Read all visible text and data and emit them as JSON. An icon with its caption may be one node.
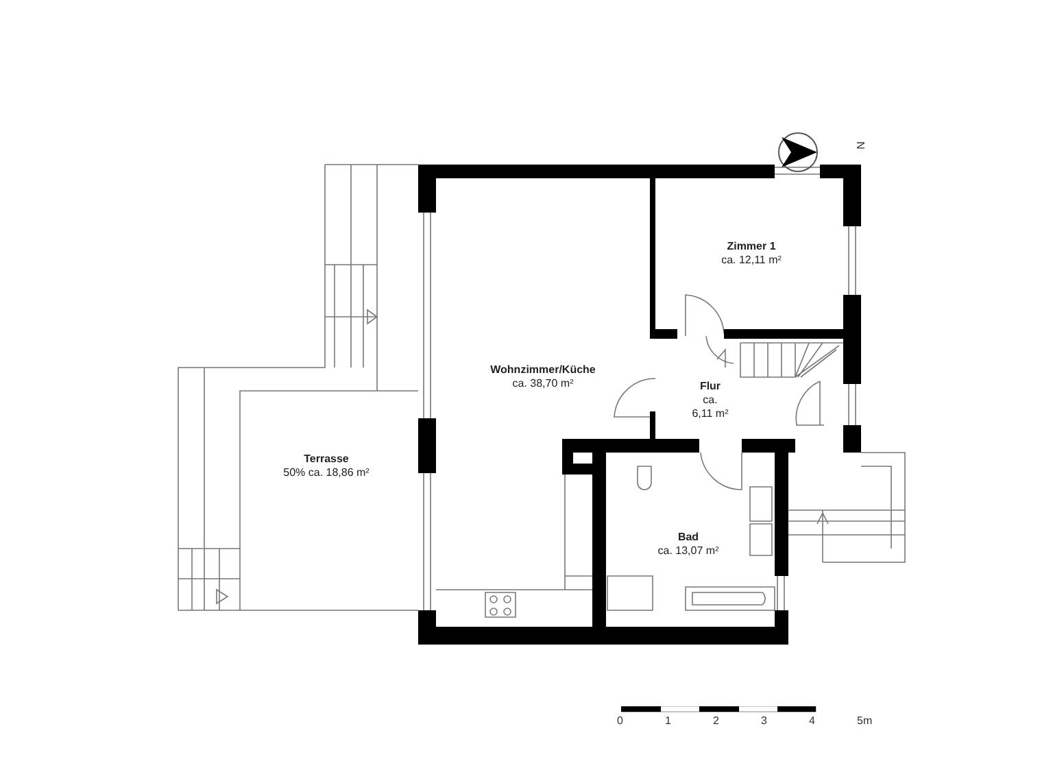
{
  "diagram": {
    "nodes": [
      {
        "text": [
          "Terrasse",
          "50% ca. 18,86 m²"
        ]
      },
      {
        "text": [
          "Wohnzimmer/Küche",
          "ca. 38,70 m²"
        ]
      },
      {
        "text": [
          "Zimmer 1",
          "ca. 12,11 m²"
        ]
      },
      {
        "text": [
          "Flur",
          "ca.",
          "6,11 m²"
        ]
      },
      {
        "text": [
          "Bad",
          "ca. 13,07 m²"
        ]
      }
    ],
    "labels": [
      "N",
      "0",
      "1",
      "2",
      "3",
      "4",
      "5m"
    ]
  }
}
